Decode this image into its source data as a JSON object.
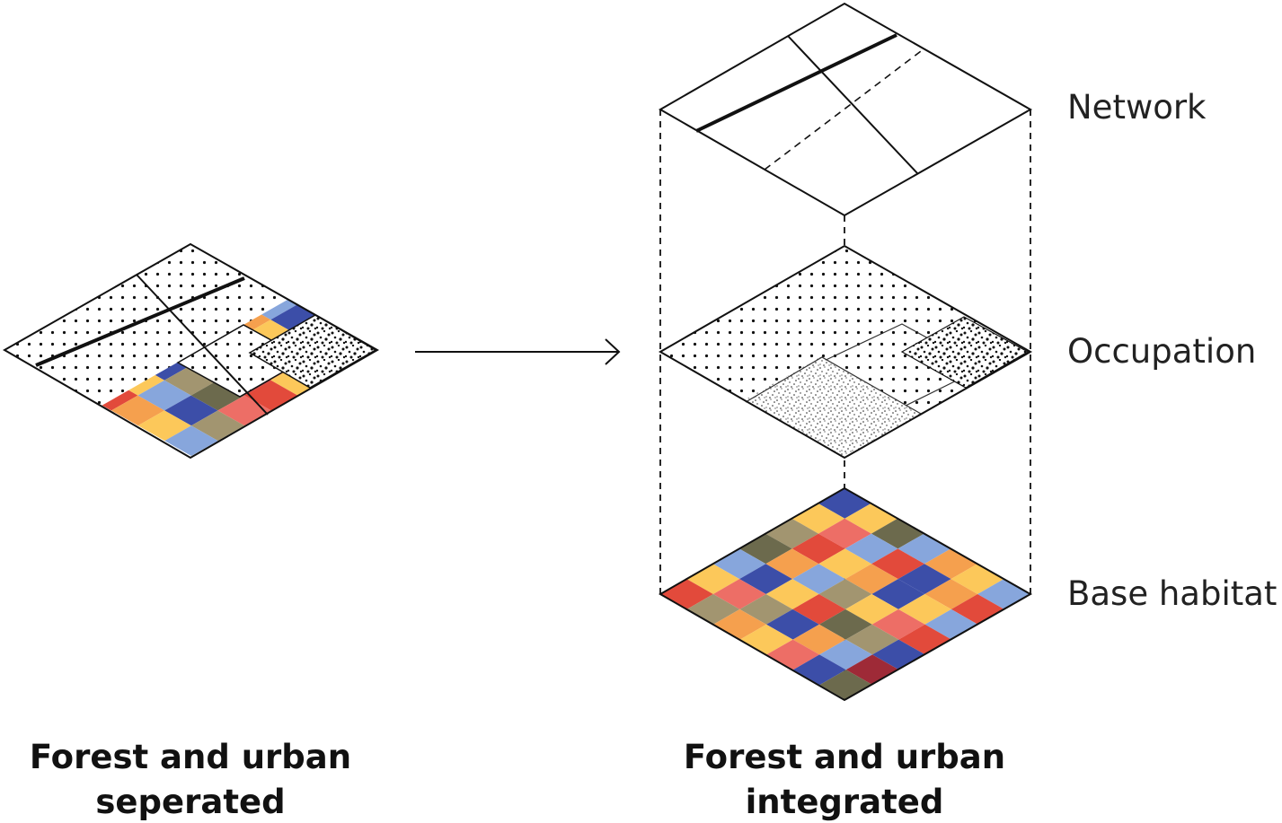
{
  "layers": {
    "network": "Network",
    "occupation": "Occupation",
    "base_habitat": "Base habitat"
  },
  "captions": {
    "left_line1": "Forest and urban",
    "left_line2": "seperated",
    "right_line1": "Forest and urban",
    "right_line2": "integrated"
  },
  "colors": {
    "red": "#e24a3b",
    "orange": "#f5a04e",
    "yellow": "#fcc85a",
    "light_blue": "#87a6dc",
    "dark_blue": "#3c4ea8",
    "tan": "#a29570",
    "olive": "#6c6a4d",
    "salmon": "#ed6e66",
    "maroon": "#9e2a37",
    "outline": "#111111"
  },
  "habitat_palette": [
    "red",
    "orange",
    "yellow",
    "light_blue",
    "dark_blue",
    "tan",
    "olive",
    "salmon",
    "maroon"
  ],
  "habitat_grid": [
    [
      4,
      2,
      6,
      3,
      1,
      2,
      3
    ],
    [
      2,
      7,
      3,
      0,
      4,
      1,
      0
    ],
    [
      5,
      0,
      2,
      1,
      4,
      2,
      3
    ],
    [
      6,
      1,
      3,
      5,
      2,
      7,
      0
    ],
    [
      3,
      4,
      2,
      0,
      6,
      5,
      4
    ],
    [
      2,
      7,
      5,
      4,
      1,
      3,
      8
    ],
    [
      0,
      5,
      1,
      2,
      7,
      4,
      6
    ]
  ],
  "left_grid": [
    [
      0,
      1,
      2,
      3,
      4,
      5,
      6
    ],
    [
      7,
      8,
      0,
      1,
      2,
      3,
      4
    ],
    [
      5,
      6,
      7,
      8,
      0,
      1,
      2
    ],
    [
      3,
      4,
      5,
      6,
      7,
      8,
      0
    ],
    [
      1,
      2,
      3,
      4,
      5,
      6,
      7
    ],
    [
      8,
      0,
      1,
      2,
      3,
      4,
      5
    ],
    [
      6,
      7,
      8,
      0,
      1,
      2,
      3
    ]
  ]
}
